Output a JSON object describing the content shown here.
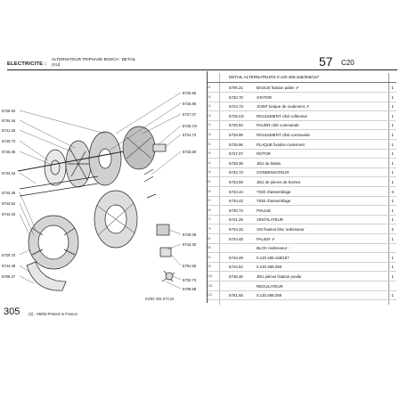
{
  "header": {
    "section": "ELECTRICITE :",
    "subtitle_lines": [
      "ALTERNATEUR TRIPHASE BOSCH : DETAIL",
      "(XU)"
    ],
    "page_number": "57",
    "page_code": "C20"
  },
  "parts_list": {
    "title": "DETAIL ALTERNATEURS 0.120.489.158/259/157",
    "rows": [
      {
        "idx": "01",
        "code": "5706.21",
        "desc": "BAGUE fixation palier ⇗",
        "qty": "1"
      },
      {
        "idx": "05",
        "code": "5720.70",
        "desc": "STATOR",
        "qty": "1"
      },
      {
        "idx": "10",
        "code": "5724.73",
        "desc": "JOINT torique de roulement ⇗",
        "qty": "1"
      },
      {
        "idx": "15",
        "code": "5725.C9",
        "desc": "ROULEMENT côté collecteur",
        "qty": "1"
      },
      {
        "idx": "20",
        "code": "5725.94",
        "desc": "PALIER côté commande",
        "qty": "1"
      },
      {
        "idx": "25",
        "code": "5725.95",
        "desc": "ROULEMENT côté commande",
        "qty": "1"
      },
      {
        "idx": "30",
        "code": "5725.96",
        "desc": "PLAQUE fixation roulement",
        "qty": "1"
      },
      {
        "idx": "35",
        "code": "5727.07",
        "desc": "ROTOR",
        "qty": "1"
      },
      {
        "idx": "40",
        "code": "5728.38",
        "desc": "JEU de balais",
        "qty": "1"
      },
      {
        "idx": "45",
        "code": "5732.73",
        "desc": "CONDENSATEUR",
        "qty": "1"
      },
      {
        "idx": "50",
        "code": "5733.59",
        "desc": "JEU de pièces de bornes",
        "qty": "1"
      },
      {
        "idx": "55",
        "code": "5734.44",
        "desc": "TIGE d'assemblage",
        "qty": "3"
      },
      {
        "idx": "60",
        "code": "5734.43",
        "desc": "TIGE d'assemblage",
        "qty": "1"
      },
      {
        "idx": "65",
        "code": "5740.73",
        "desc": "POULIE",
        "qty": "1"
      },
      {
        "idx": "70",
        "code": "5741.25",
        "desc": "VENTILATEUR",
        "qty": "1"
      },
      {
        "idx": "75",
        "code": "5744.33",
        "desc": "VIS fixation bloc redresseur",
        "qty": "2"
      },
      {
        "idx": "80",
        "code": "5744.48",
        "desc": "PALIER ⇗",
        "qty": "1"
      },
      {
        "idx": "85",
        "code": "",
        "desc": "BLOC redresseur :",
        "qty": ""
      },
      {
        "idx": "90",
        "code": "5744.49",
        "desc": "0.120.489.158/157",
        "qty": "1"
      },
      {
        "idx": "95",
        "code": "5744.52",
        "desc": "0.120.489.259",
        "qty": "1"
      },
      {
        "idx": "100",
        "code": "5746.45",
        "desc": "JEU pièces fixation poulie",
        "qty": "1"
      },
      {
        "idx": "105",
        "code": "",
        "desc": "REGULATEUR",
        "qty": ""
      },
      {
        "idx": "110",
        "code": "5761.55",
        "desc": "0.120.489.259",
        "qty": "1"
      }
    ]
  },
  "diagram": {
    "ref": "03/93 305 57C20",
    "callouts_left": [
      "5725.94",
      "5734.44",
      "5741.25",
      "5740.73",
      "5746.45",
      "5734.43",
      "5744.49",
      "5744.52",
      "5744.33",
      "5720.70",
      "5744.48",
      "5706.27"
    ],
    "callouts_right": [
      "5725.95",
      "5725.96",
      "5727.07",
      "5725.C9",
      "5724.73",
      "5733.59",
      "5728.38",
      "5744.30",
      "5761.55",
      "5732.73",
      "5709.68"
    ]
  },
  "footer": {
    "main": "305",
    "detail": "(2) - 06/93 Printed in France"
  }
}
